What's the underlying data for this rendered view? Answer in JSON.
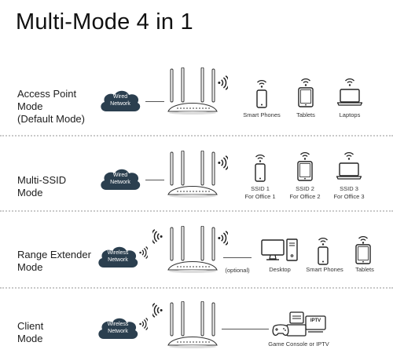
{
  "title": "Multi-Mode 4 in 1",
  "modes": [
    {
      "label_lines": [
        "Access Point",
        "Mode",
        "(Default Mode)"
      ],
      "source": [
        "Wired",
        "Network"
      ],
      "devices": [
        {
          "icon": "phone-icon",
          "lines": [
            "Smart Phones"
          ]
        },
        {
          "icon": "tablet-icon",
          "lines": [
            "Tablets"
          ]
        },
        {
          "icon": "laptop-icon",
          "lines": [
            "Laptops"
          ]
        }
      ]
    },
    {
      "label_lines": [
        "Multi-SSID",
        "Mode"
      ],
      "source": [
        "Wired",
        "Network"
      ],
      "devices": [
        {
          "icon": "phone-icon",
          "lines": [
            "SSID 1",
            "For Office 1"
          ]
        },
        {
          "icon": "tablet-icon",
          "lines": [
            "SSID 2",
            "For Office 2"
          ]
        },
        {
          "icon": "laptop-icon",
          "lines": [
            "SSID 3",
            "For Office 3"
          ]
        }
      ]
    },
    {
      "label_lines": [
        "Range Extender",
        "Mode"
      ],
      "source": [
        "Wireless",
        "Network"
      ],
      "optional_label": "(optional)",
      "devices": [
        {
          "icon": "desktop-icon",
          "lines": [
            "Desktop"
          ]
        },
        {
          "icon": "phone-icon",
          "lines": [
            "Smart Phones"
          ]
        },
        {
          "icon": "tablet-icon",
          "lines": [
            "Tablets"
          ]
        }
      ]
    },
    {
      "label_lines": [
        "Client",
        "Mode"
      ],
      "source": [
        "Wireless",
        "Network"
      ],
      "devices": [
        {
          "icon": "game-console-icon",
          "lines": [
            "Game Console or IPTV"
          ]
        }
      ],
      "iptv_badge": "IPTV"
    }
  ],
  "colors": {
    "cloud": "#2b3f4f",
    "text": "#1d1d1d",
    "line": "#555555"
  }
}
